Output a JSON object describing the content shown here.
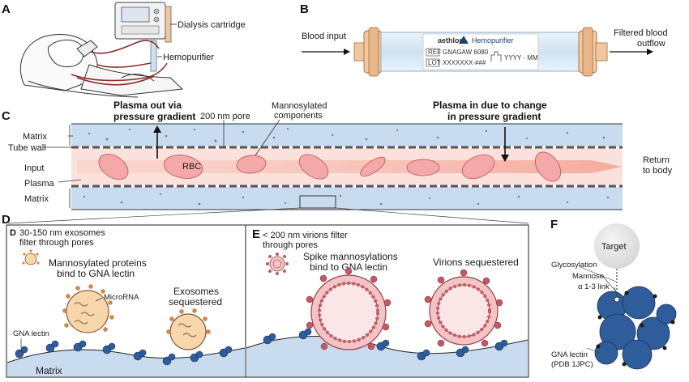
{
  "panel_a": {
    "letter": "A",
    "dialysis_cartridge": "Dialysis cartridge",
    "hemopurifier": "Hemopurifier"
  },
  "panel_b": {
    "letter": "B",
    "blood_input": "Blood input",
    "filtered_outflow_1": "Filtered blood",
    "filtered_outflow_2": "outflow",
    "brand": "aethlon",
    "product": "Hemopurifier",
    "ref_label": "REF",
    "ref_value": "GNAGAW 6080",
    "lot_label": "LOT",
    "lot_value": "XXXXXXX-###",
    "date_value": "YYYY - MM"
  },
  "panel_c": {
    "letter": "C",
    "plasma_out_1": "Plasma out via",
    "plasma_out_2": "pressure gradient",
    "pore": "200 nm pore",
    "mannosylated_1": "Mannosylated",
    "mannosylated_2": "components",
    "plasma_in_1": "Plasma in due to change",
    "plasma_in_2": "in pressure gradient",
    "matrix_top": "Matrix",
    "tube_wall": "Tube wall",
    "input": "Input",
    "rbc": "RBC",
    "plasma": "Plasma",
    "matrix_bottom": "Matrix",
    "return_1": "Return",
    "return_2": "to body"
  },
  "panel_d": {
    "letter": "D",
    "sub_letter": "D",
    "exosomes_1": "30-150 nm exosomes",
    "exosomes_2": "filter through pores",
    "mannosylated_proteins_1": "Mannosylated proteins",
    "mannosylated_proteins_2": "bind to GNA lectin",
    "microrna": "MicroRNA",
    "exosomes_seq_1": "Exosomes",
    "exosomes_seq_2": "sequestered",
    "gna_lectin": "GNA lectin",
    "matrix": "Matrix"
  },
  "panel_e": {
    "letter": "E",
    "virions_1": "< 200 nm virions filter",
    "virions_2": "through pores",
    "spike_1": "Spike mannosylations",
    "spike_2": "bind to GNA lectin",
    "virions_seq": "Virions sequestered"
  },
  "panel_f": {
    "letter": "F",
    "target": "Target",
    "glycosylation": "Glycosylation",
    "mannose": "Mannose",
    "link": "α 1-3 link",
    "gna_1": "GNA lectin",
    "gna_2": "(PDB 1JPC)"
  },
  "colors": {
    "matrix_blue": "#c9dcef",
    "lumen_pink": "#fbe1dc",
    "rbc_pink": "#f4a9a8",
    "lectin_blue": "#2f5d9c",
    "cartridge_orange": "#e8b68a",
    "exosome_tan": "#f7d6ab",
    "virion_red": "#d27f86"
  }
}
